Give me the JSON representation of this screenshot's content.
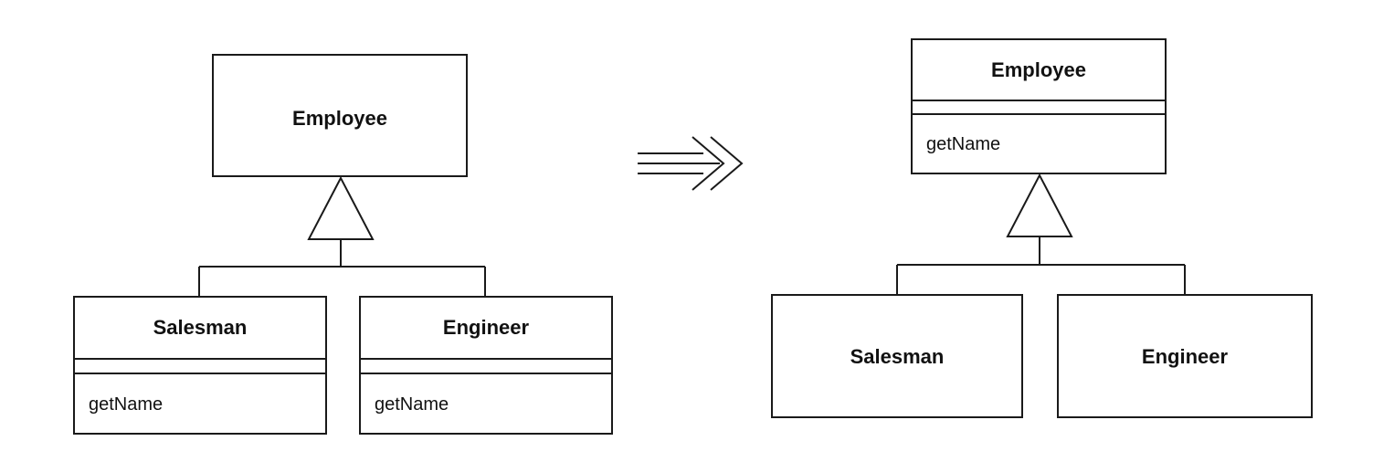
{
  "before": {
    "superclass": {
      "name": "Employee"
    },
    "subclasses": [
      {
        "name": "Salesman",
        "method": "getName"
      },
      {
        "name": "Engineer",
        "method": "getName"
      }
    ]
  },
  "after": {
    "superclass": {
      "name": "Employee",
      "method": "getName"
    },
    "subclasses": [
      {
        "name": "Salesman"
      },
      {
        "name": "Engineer"
      }
    ]
  }
}
